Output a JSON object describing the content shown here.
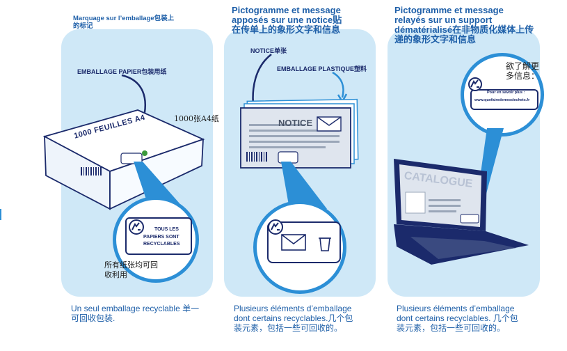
{
  "panel1": {
    "title": "Marquage sur l’emballage包装上的标记",
    "label_paper": "EMBALLAGE PAPIER包装用纸",
    "box_text": "1000 FEUILLES A4",
    "box_note": "1000张A4纸",
    "badge_line1": "TOUS LES",
    "badge_line2": "PAPIERS SONT",
    "badge_line3": "RECYCLABLES",
    "recycle_note": "所有纸张均可回收利用",
    "caption": "Un seul emballage recyclable 单一可回收包装."
  },
  "panel2": {
    "title": "Pictogramme et message apposés sur une notice贴在传单上的象形文字和信息",
    "label_notice": "NOTICE单张",
    "label_plastic": "EMBALLAGE PLASTIQUE塑料",
    "notice_text": "NOTICE",
    "caption": "Plusieurs éléments d’emballage dont certains recyclables.几个包装元素，包括一些可回收的。"
  },
  "panel3": {
    "title": "Pictogramme et message relayés sur un support dématérialisé在非物质化媒体上传递的象形文字和信息",
    "more_info": "欲了解更多信息：",
    "info_line1": "Pour en savoir plus :",
    "info_line2": "www.quefairedemesdechets.fr",
    "catalogue_text": "CATALOGUE",
    "caption": "Plusieurs éléments d’emballage dont certains recyclables. 几个包装元素，包括一些可回收的。"
  },
  "colors": {
    "accent": "#2c8fd6",
    "panel_bg": "#cfe8f7",
    "text_blue": "#1e5fa8",
    "navy": "#1b2a6b"
  },
  "icons": [
    "triman-recycle-icon",
    "envelope-icon",
    "barcode-icon",
    "laptop-icon"
  ]
}
